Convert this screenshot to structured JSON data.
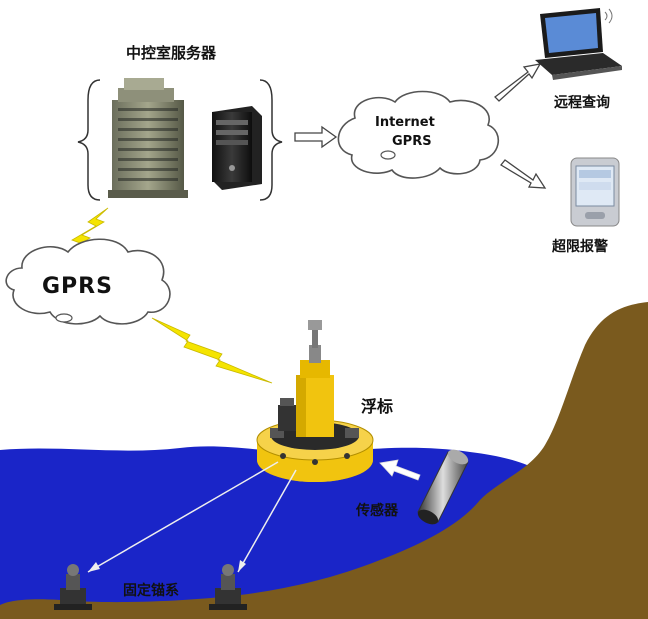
{
  "labels": {
    "server_room": "中控室服务器",
    "internet": "Internet",
    "gprs_network": "GPRS",
    "remote_query": "远程查询",
    "over_limit_alarm": "超限报警",
    "gprs_wireless": "GPRS",
    "buoy": "浮标",
    "sensor": "传感器",
    "anchor": "固定锚系"
  },
  "colors": {
    "water": "#1a25c8",
    "land": "#7a5a1e",
    "buoy_yellow": "#f1c40f",
    "lightning": "#f5e400"
  },
  "icons": [
    "building-icon",
    "server-tower-icon",
    "laptop-icon",
    "pda-icon",
    "lightning-icon",
    "cloud-icon",
    "buoy-icon",
    "sensor-probe-icon",
    "anchor-icon"
  ]
}
